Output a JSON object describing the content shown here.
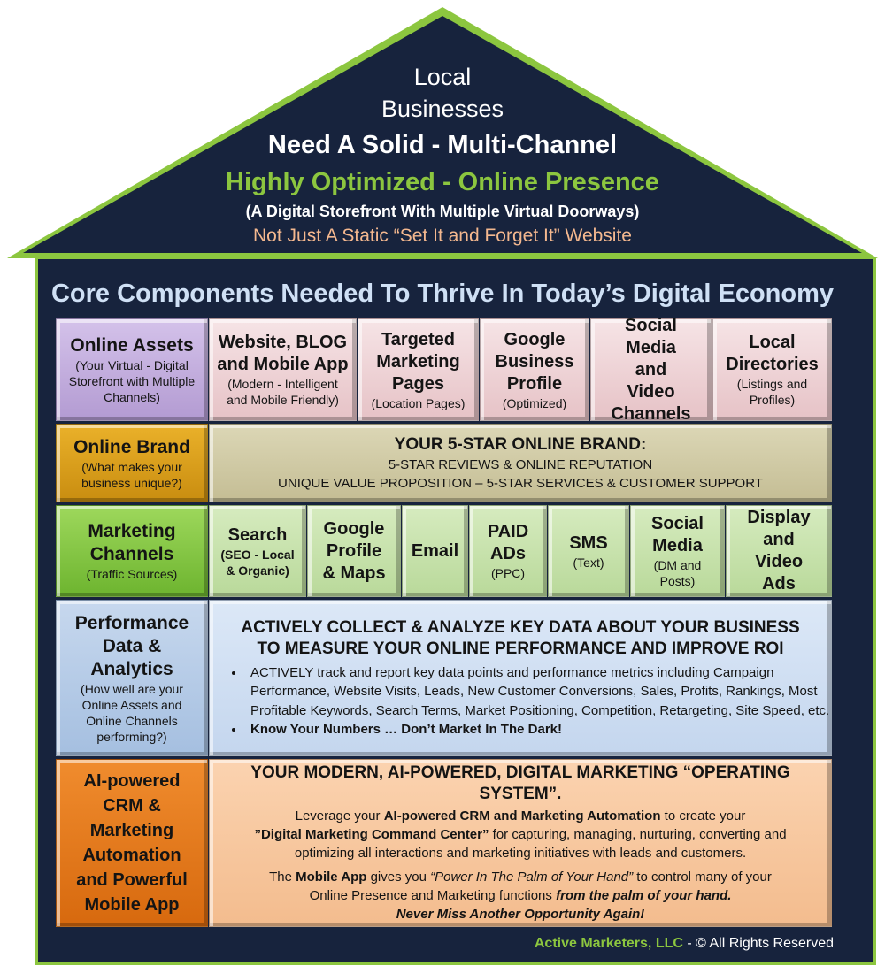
{
  "roof": {
    "line1": "Local",
    "line2": "Businesses",
    "line3": "Need A Solid - Multi-Channel",
    "line4": "Highly Optimized - Online Presence",
    "line5": "(A Digital Storefront With Multiple Virtual Doorways)",
    "line6": "Not Just A Static “Set It and Forget It” Website"
  },
  "core_title": "Core Components Needed To Thrive In Today’s Digital Economy",
  "assets": {
    "header": "Online Assets",
    "header_sub": "(Your Virtual - Digital Storefront with Multiple Channels)",
    "items": [
      {
        "label": "Website, BLOG and Mobile App",
        "sub": "(Modern - Intelligent and Mobile Friendly)"
      },
      {
        "label": "Targeted Marketing Pages",
        "sub": "(Location Pages)"
      },
      {
        "label": "Google Business Profile",
        "sub": "(Optimized)"
      },
      {
        "label": "Social Media and Video Channels",
        "sub": ""
      },
      {
        "label": "Local Directories",
        "sub": "(Listings and Profiles)"
      }
    ]
  },
  "brand": {
    "header": "Online Brand",
    "header_sub": "(What makes your business unique?)",
    "title": "YOUR 5-STAR ONLINE BRAND:",
    "line1": "5-STAR REVIEWS & ONLINE REPUTATION",
    "line2": "UNIQUE VALUE PROPOSITION – 5-STAR SERVICES & CUSTOMER SUPPORT"
  },
  "channels": {
    "header": "Marketing Channels",
    "header_sub": "(Traffic Sources)",
    "items": [
      {
        "label": "Search",
        "sub": "(SEO - Local & Organic)"
      },
      {
        "label": "Google Profile & Maps",
        "sub": ""
      },
      {
        "label": "Email",
        "sub": ""
      },
      {
        "label": "PAID ADs",
        "sub": "(PPC)"
      },
      {
        "label": "SMS",
        "sub": "(Text)"
      },
      {
        "label": "Social Media",
        "sub": "(DM and Posts)"
      },
      {
        "label": "Display and Video Ads",
        "sub": ""
      }
    ]
  },
  "performance": {
    "header": "Performance Data & Analytics",
    "header_sub": "(How well are your Online Assets and Online Channels performing?)",
    "title_line1": "ACTIVELY COLLECT & ANALYZE KEY DATA ABOUT YOUR BUSINESS",
    "title_line2": "TO MEASURE YOUR ONLINE PERFORMANCE AND IMPROVE ROI",
    "bullet1": "ACTIVELY track and report key data points and performance metrics including Campaign Performance, Website Visits, Leads, New Customer Conversions, Sales, Profits, Rankings, Most Profitable Keywords, Search Terms, Market Positioning, Competition, Retargeting, Site Speed, etc.",
    "bullet2": "Know Your Numbers … Don’t Market In The Dark!"
  },
  "crm": {
    "header": "AI-powered CRM & Marketing Automation and Powerful Mobile App",
    "title": "YOUR MODERN, AI-POWERED, DIGITAL MARKETING “OPERATING SYSTEM”.",
    "p1_a": "Leverage your ",
    "p1_b": "AI-powered CRM and Marketing Automation",
    "p1_c": " to create your",
    "p1_d": "”Digital Marketing Command Center”",
    "p1_e": " for capturing, managing, nurturing, converting and optimizing all interactions and marketing initiatives with leads and customers.",
    "p2_a": "The ",
    "p2_b": "Mobile App",
    "p2_c": " gives you ",
    "p2_d": "“Power In The Palm of Your Hand”",
    "p2_e": " to control many of your Online Presence and Marketing functions ",
    "p2_f": "from the palm of your hand.",
    "p2_g": "Never Miss Another Opportunity Again!"
  },
  "footer": {
    "company": "Active Marketers, LLC",
    "rights": " - © All Rights Reserved"
  },
  "colors": {
    "navy": "#17233d",
    "green": "#8cc63f",
    "purple": "#b39bd2",
    "gold": "#eab12a",
    "orange": "#e77820",
    "peach": "#f3bc8e",
    "light_blue": "#c7d8ee"
  }
}
